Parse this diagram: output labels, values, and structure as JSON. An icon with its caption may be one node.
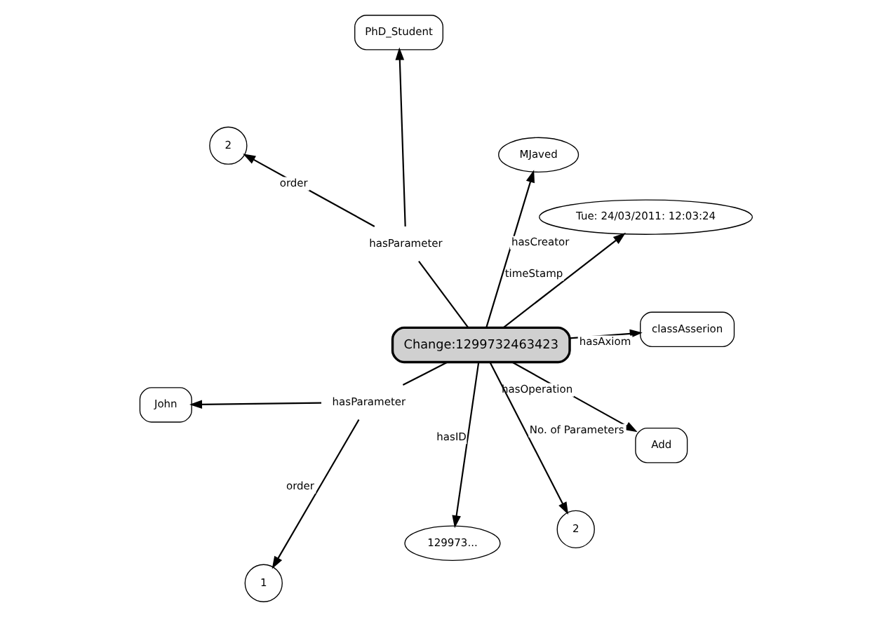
{
  "diagram": {
    "nodes": [
      {
        "text": [
          "Change:1299732463423"
        ]
      },
      {
        "text": [
          "Tue: 24/03/2011: 12:03:24"
        ]
      },
      {
        "text": [
          "129973..."
        ]
      },
      {
        "text": [
          "MJaved"
        ]
      },
      {
        "text": [
          "PhD_Student"
        ]
      },
      {
        "text": [
          "hasParameter"
        ]
      },
      {
        "text": [
          "2"
        ]
      },
      {
        "text": [
          "Add"
        ]
      },
      {
        "text": [
          "1"
        ]
      },
      {
        "text": [
          "hasParameter"
        ]
      },
      {
        "text": [
          "2"
        ]
      },
      {
        "text": [
          "John"
        ]
      },
      {
        "text": [
          "classAsserion"
        ]
      }
    ],
    "edges": [
      {
        "from": 0,
        "to": 1,
        "arrow": "to",
        "label": "timeStamp"
      },
      {
        "from": 0,
        "to": 2,
        "arrow": "to",
        "label": "hasID"
      },
      {
        "from": 0,
        "to": 3,
        "arrow": "to",
        "label": "hasCreator"
      },
      {
        "from": 0,
        "to": 5,
        "arrow": "none"
      },
      {
        "from": 5,
        "to": 4,
        "arrow": "to"
      },
      {
        "from": 5,
        "to": 6,
        "arrow": "to",
        "label": "order"
      },
      {
        "from": 0,
        "to": 7,
        "arrow": "to",
        "label": "hasOperation"
      },
      {
        "from": 0,
        "to": 9,
        "arrow": "none"
      },
      {
        "from": 9,
        "to": 8,
        "arrow": "to",
        "label": "order"
      },
      {
        "from": 9,
        "to": 11,
        "arrow": "to"
      },
      {
        "from": 0,
        "to": 10,
        "arrow": "to",
        "label": "No. of Parameters"
      },
      {
        "from": 0,
        "to": 12,
        "arrow": "to",
        "label": "hasAxiom"
      }
    ]
  }
}
